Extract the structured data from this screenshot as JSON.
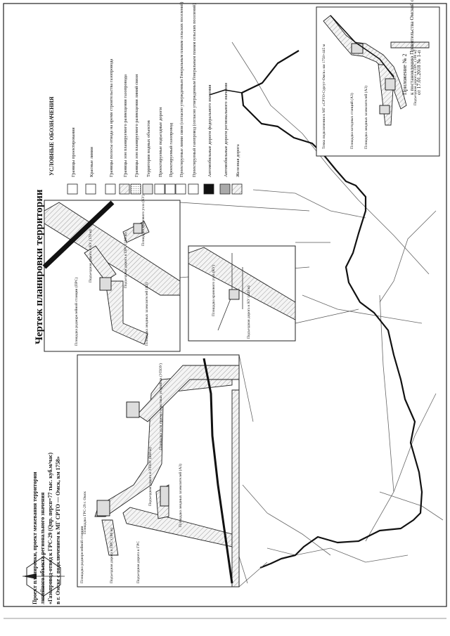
{
  "appendix": {
    "line1": "Приложение № 2",
    "line2": "к постановлению Правительства Омской области",
    "line3": "от 17.01.2018 № 1-п"
  },
  "map_title": "Чертеж планировки территории",
  "project_title": {
    "line1": "Проект планировки, проект межевания территории",
    "line2": "линейного объекта регионального значения",
    "line3": "«Газопровод-отвод к ГРС-29 (Qпр. персп=77 тыс. куб.м/час)",
    "line4": "в г. Омске с подключением к МГ СРТО — Омск, км 1758»"
  },
  "legend": {
    "heading": "УСЛОВНЫЕ ОБОЗНАЧЕНИЯ",
    "items": [
      "Границы проектирования",
      "Красные линии",
      "Границы полосы отвода на время строительства газопровода",
      "Границы зон планируемого размещения газопровода",
      "Границы зон планируемого размещения линий связи",
      "Территория водных объектов",
      "Проектируемые подъездные дороги",
      "Проектируемый газопровод",
      "Проектируемые линии связи (согласно утвержденным Генеральным планам сельских поселений)",
      "Проектируемый газопровод (согласно утвержденным Генеральным планам сельских поселений)",
      "Автомобильные дороги федерального значения",
      "Автомобильные дороги регионального значения",
      "Железная дорога"
    ]
  },
  "inset_labels": {
    "tie_in_point": "Точка подключения к МГ «СРТО-Сургут-Омск» км 1758+445 м",
    "cathode_platform_top": "Площадка катодных станций (А3)",
    "anode_platform_top": "Площадка анодных заземлителей (А3)",
    "access_road_prs_top": "Подъездная дорога к ПРС (100 м)",
    "valve_node_ku1": "Площадка кранового узла (КУ)",
    "access_road_ku_170": "Подъездная дорога к КУ (170 м)",
    "access_road_prs_100": "Подъездная дорога к ПРС (100 м)",
    "valve_node_ku2": "Площадка кранового узла (КУ)",
    "radio_relay": "Площадка радиорелейной станции (ПРС)",
    "anode_platform_mid": "Площадка анодных заземлителей (А3)",
    "access_road_ku_420": "Подъездная дорога к КУ (420 м)",
    "valve_node_ku3": "Площадка кранового узла (КУ)",
    "pig_receiving": "Площадка узла приема очистных устройств (УПОУ)",
    "access_road_upou": "Подъездная дорога к УПОУ (860 м)",
    "grs_site": "Площадка ГРС-29 г. Омск",
    "radio_relay_low": "Площадка радиорелейной станции",
    "access_road_prs_low": "Подъездная дорога к ПРС (100 м)",
    "access_road_grs": "Подъездная дорога к ГРС",
    "anode_platform_low": "Площадка анодных заземлителей (А3)"
  }
}
